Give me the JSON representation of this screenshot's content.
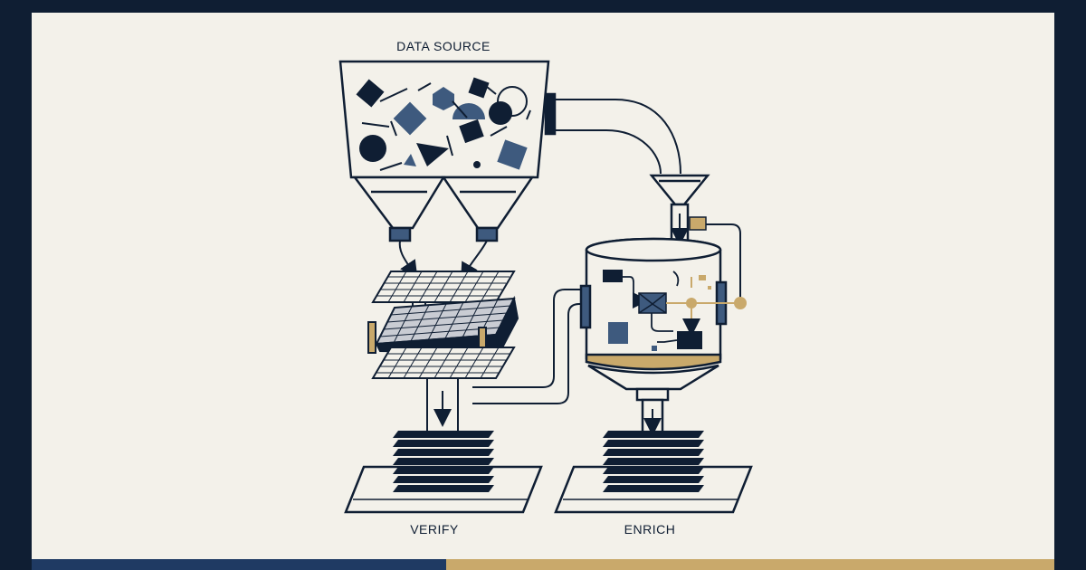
{
  "labels": {
    "source": "DATA SOURCE",
    "verify": "VERIFY",
    "enrich": "ENRICH"
  },
  "colors": {
    "background": "#f3f1ea",
    "frame": "#0f1e33",
    "navy": "#0f1e33",
    "slate": "#3e5a7e",
    "gold": "#c9a96b",
    "stripe_blue": "#1f3a63"
  }
}
